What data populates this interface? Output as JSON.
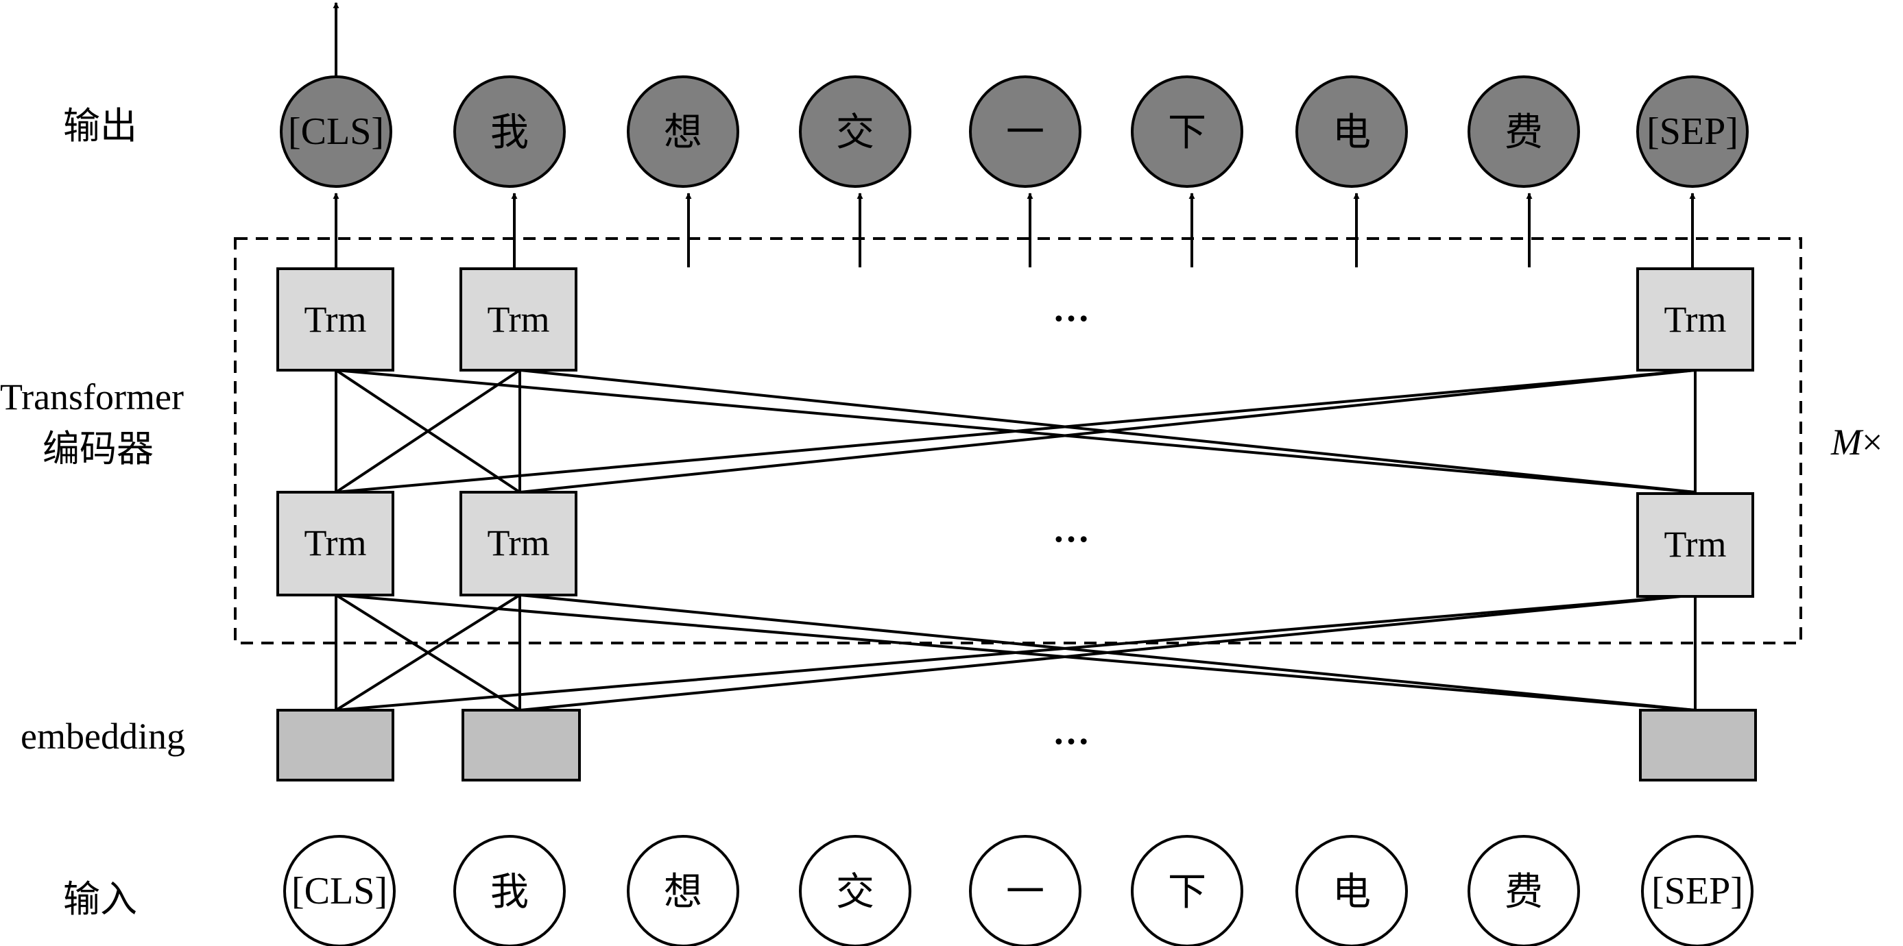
{
  "row_labels": {
    "output": "输出",
    "encoder_line1": "Transformer",
    "encoder_line2": "编码器",
    "embedding": "embedding",
    "input": "输入"
  },
  "tokens": [
    "[CLS]",
    "我",
    "想",
    "交",
    "一",
    "下",
    "电",
    "费",
    "[SEP]"
  ],
  "trm_label": "Trm",
  "ellipsis": "…",
  "repeat": {
    "variable": "M",
    "symbol": "×"
  },
  "colors": {
    "output_node": "#7f7f7f",
    "trm_box": "#d9d9d9",
    "embedding_box": "#bfbfbf",
    "input_node": "#ffffff",
    "stroke": "#000000"
  }
}
